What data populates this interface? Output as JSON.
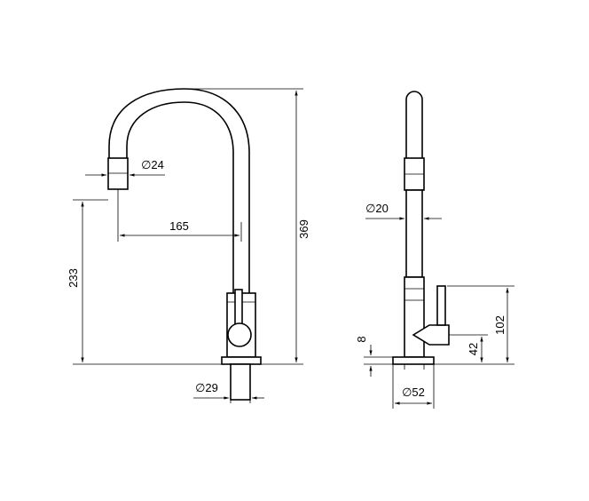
{
  "dimensions": {
    "spout_outlet_diameter": "∅24",
    "spout_reach": "165",
    "outlet_height": "233",
    "total_height": "369",
    "base_tube_diameter": "∅29",
    "spout_side_diameter": "∅20",
    "lever_height": "102",
    "handle_axis_height": "42",
    "flange_thickness": "8",
    "flange_diameter": "∅52"
  },
  "colors": {
    "line": "#000000",
    "background": "#ffffff"
  }
}
